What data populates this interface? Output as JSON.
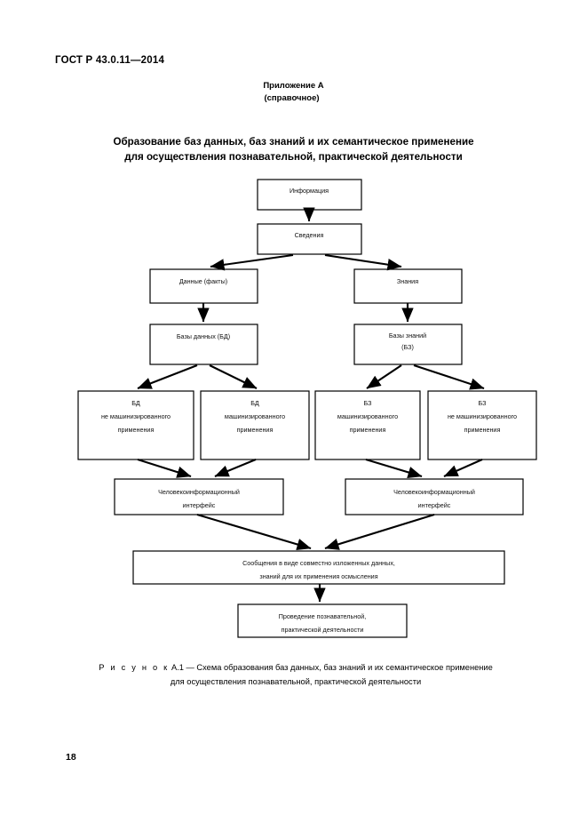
{
  "document": {
    "standard_header": "ГОСТ Р 43.0.11—2014",
    "page_number": "18"
  },
  "annex": {
    "title": "Приложение А",
    "subtitle": "(справочное)"
  },
  "heading": {
    "line1": "Образование баз данных, баз знаний и их семантическое применение",
    "line2": "для осуществления познавательной, практической деятельности"
  },
  "caption": {
    "prefix": "Р и с у н о к",
    "number": "А.1",
    "dash": "—",
    "line1": "Схема образования баз данных, баз знаний и их семантическое применение",
    "line2": "для осуществления познавательной, практической деятельности"
  },
  "diagram": {
    "type": "flowchart",
    "stroke_color": "#000000",
    "fill_color": "#ffffff",
    "nodes": [
      {
        "id": "information",
        "label_line1": "Информация",
        "label_line2": ""
      },
      {
        "id": "svedeniya",
        "label_line1": "Сведения",
        "label_line2": ""
      },
      {
        "id": "data-facts",
        "label_line1": "Данные (факты)",
        "label_line2": ""
      },
      {
        "id": "knowledge",
        "label_line1": "Знания",
        "label_line2": ""
      },
      {
        "id": "databases",
        "label_line1": "Базы данных (БД)",
        "label_line2": ""
      },
      {
        "id": "knowledgebases",
        "label_line1": "Базы знаний",
        "label_line2": "(БЗ)"
      },
      {
        "id": "db-non-machine",
        "label_line1": "БД",
        "label_line2": "не машинизированного",
        "label_line3": "применения"
      },
      {
        "id": "db-machine",
        "label_line1": "БД",
        "label_line2": "машинизированного",
        "label_line3": "применения"
      },
      {
        "id": "kb-machine",
        "label_line1": "БЗ",
        "label_line2": "машинизированного",
        "label_line3": "применения"
      },
      {
        "id": "kb-non-machine",
        "label_line1": "БЗ",
        "label_line2": "не машинизированного",
        "label_line3": "применения"
      },
      {
        "id": "interface-left",
        "label_line1": "Человекоинформационный",
        "label_line2": "интерфейс"
      },
      {
        "id": "interface-right",
        "label_line1": "Человекоинформационный",
        "label_line2": "интерфейс"
      },
      {
        "id": "messages",
        "label_line1": "Сообщения в виде совместно изложенных данных,",
        "label_line2": "знаний для их применения осмысления"
      },
      {
        "id": "activity",
        "label_line1": "Проведение познавательной,",
        "label_line2": "практической деятельности"
      }
    ],
    "edges": [
      {
        "from": "information",
        "to": "svedeniya"
      },
      {
        "from": "svedeniya",
        "to": "data-facts"
      },
      {
        "from": "svedeniya",
        "to": "knowledge"
      },
      {
        "from": "data-facts",
        "to": "databases"
      },
      {
        "from": "knowledge",
        "to": "knowledgebases"
      },
      {
        "from": "databases",
        "to": "db-non-machine"
      },
      {
        "from": "databases",
        "to": "db-machine"
      },
      {
        "from": "knowledgebases",
        "to": "kb-machine"
      },
      {
        "from": "knowledgebases",
        "to": "kb-non-machine"
      },
      {
        "from": "db-non-machine",
        "to": "interface-left"
      },
      {
        "from": "db-machine",
        "to": "interface-left"
      },
      {
        "from": "kb-machine",
        "to": "interface-right"
      },
      {
        "from": "kb-non-machine",
        "to": "interface-right"
      },
      {
        "from": "interface-left",
        "to": "messages"
      },
      {
        "from": "interface-right",
        "to": "messages"
      },
      {
        "from": "messages",
        "to": "activity"
      }
    ]
  }
}
